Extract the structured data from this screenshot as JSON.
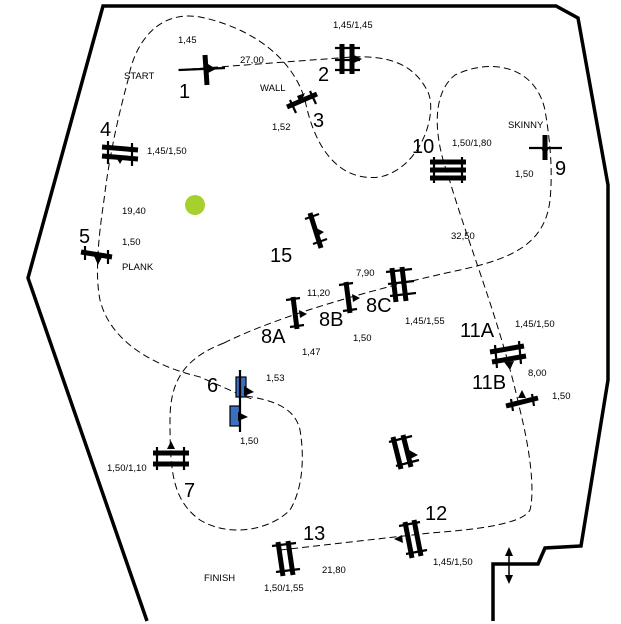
{
  "diagram": {
    "labels": {
      "start": "START",
      "finish": "FINISH",
      "wall": "WALL",
      "plank": "PLANK",
      "skinny": "SKINNY"
    },
    "obstacle_numbers": [
      "1",
      "2",
      "3",
      "4",
      "5",
      "6",
      "7",
      "8A",
      "8B",
      "8C",
      "9",
      "10",
      "11A",
      "11B",
      "12",
      "13",
      "15"
    ],
    "heights": {
      "h1": "1,45",
      "h2": "1,45/1,45",
      "h3": "1,52",
      "h4": "1,45/1,50",
      "h5": "1,50",
      "h6a": "1,53",
      "h6b": "1,50",
      "h7": "1,50/1,10",
      "h8a": "1,47",
      "h8b": "1,50",
      "h8c": "1,45/1,55",
      "h9": "1,50",
      "h10": "1,50/1,80",
      "h11a": "1,45/1,50",
      "h11b": "1,50",
      "h12": "1,45/1,50",
      "h13": "1,50/1,55"
    },
    "distances": {
      "d1": "27,00",
      "d2": "19,40",
      "d3": "11,20",
      "d4": "7,90",
      "d5": "32,50",
      "d6": "8,00",
      "d7": "21,80"
    },
    "colors": {
      "line": "#000000",
      "tree": "#a6d02c",
      "water_jump": "#3b6fc4"
    },
    "icons": [
      "tree-icon",
      "gate-arrow-icon"
    ]
  }
}
